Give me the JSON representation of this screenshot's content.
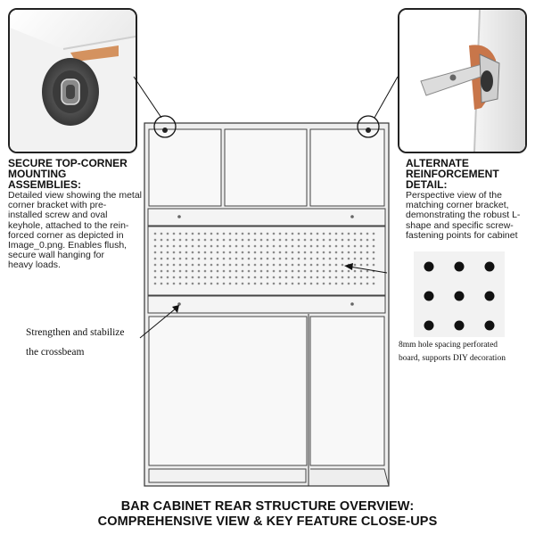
{
  "left_callout": {
    "heading_line1": "SECURE TOP-CORNER",
    "heading_line2": "MOUNTING ASSEMBLIES:",
    "desc_lines": [
      "Detailed view showing the metal",
      "corner bracket with pre-",
      "installed screw and oval",
      "keyhole, attached to the rein-",
      "forced corner as depicted in",
      "Image_0.png. Enables flush,",
      "secure wall hanging for",
      "heavy loads."
    ]
  },
  "right_callout": {
    "heading_line1": "ALTERNATE",
    "heading_line2": "REINFORCEMENT DETAIL:",
    "desc_lines": [
      "Perspective view of the",
      "matching corner bracket,",
      "demonstrating the robust L-",
      "shape and specific screw-",
      "fastening points for cabinet"
    ]
  },
  "crossbeam_note": {
    "line1": "Strengthen and stabilize",
    "line2": "the crossbeam"
  },
  "pegboard_note": {
    "line1": "8mm hole spacing perforated",
    "line2": "board, supports DIY decoration"
  },
  "title": {
    "line1": "BAR CABINET REAR STRUCTURE OVERVIEW:",
    "line2": "COMPREHENSIVE VIEW & KEY FEATURE CLOSE-UPS"
  },
  "colors": {
    "outline": "#333333",
    "panel": "#f7f7f7",
    "frame": "#e9e9e9",
    "bracket_copper": "#c8764a",
    "hole": "#111111"
  }
}
